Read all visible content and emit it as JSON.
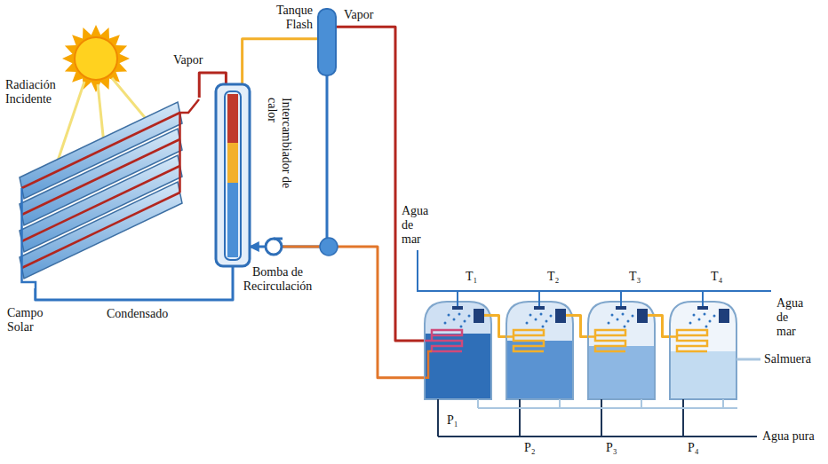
{
  "diagram": {
    "nodes": [
      {
        "text": [
          "Campo Solar"
        ]
      },
      {
        "text": [
          "Intercambiador de calor"
        ]
      },
      {
        "text": [
          "Tanque Flash"
        ]
      },
      {
        "text": [
          "Bomba de Recirculación"
        ]
      },
      {
        "text": [
          "T₁"
        ]
      },
      {
        "text": [
          "T₂"
        ]
      },
      {
        "text": [
          "T₃"
        ]
      },
      {
        "text": [
          "T₄"
        ]
      }
    ],
    "edges": [
      {
        "from": 0,
        "to": 1,
        "label": "Vapor",
        "arrow": "none"
      },
      {
        "from": 1,
        "to": 0,
        "label": "Condensado",
        "arrow": "none"
      },
      {
        "from": 1,
        "to": 2,
        "arrow": "none"
      },
      {
        "from": 2,
        "to": 4,
        "label": "Vapor",
        "arrow": "none"
      },
      {
        "from": 2,
        "to": 3,
        "arrow": "none"
      },
      {
        "from": 4,
        "to": 3,
        "arrow": "none"
      },
      {
        "from": 3,
        "to": 1,
        "arrow": "to"
      },
      {
        "from": 4,
        "to": 5,
        "arrow": "none"
      },
      {
        "from": 5,
        "to": 6,
        "arrow": "none"
      },
      {
        "from": 6,
        "to": 7,
        "arrow": "none"
      }
    ],
    "labels": [
      "Radiación Incidente",
      "Agua de mar",
      "Agua de mar",
      "Salmuera",
      "P₁",
      "P₂",
      "P₃",
      "P₄",
      "Agua pura"
    ]
  }
}
